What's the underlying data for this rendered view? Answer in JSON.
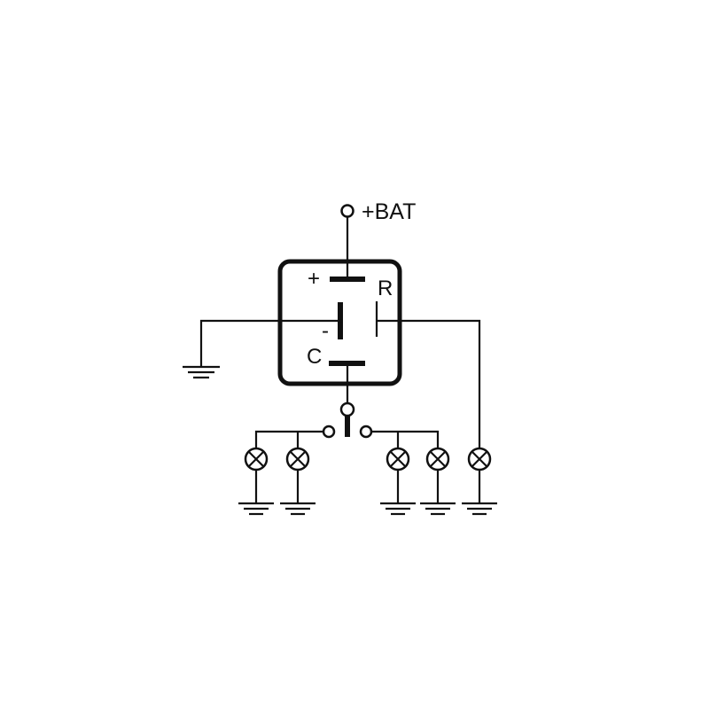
{
  "colors": {
    "line": "#111111",
    "background": "#ffffff"
  },
  "labels": {
    "battery": "+BAT",
    "plus": "+",
    "minus": "-",
    "r": "R",
    "c": "C"
  },
  "icons": {
    "terminal": "terminal-circle-icon",
    "lamp": "lamp-icon",
    "ground": "ground-icon",
    "switch": "switch-icon"
  }
}
